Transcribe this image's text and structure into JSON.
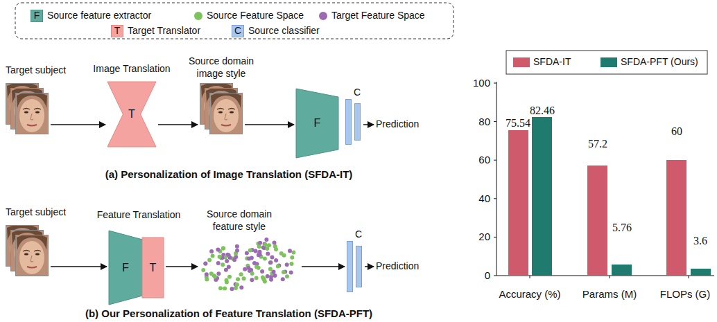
{
  "diagram": {
    "nodes": [
      {
        "text": [
          "Target subject"
        ]
      },
      {
        "text": [
          "T"
        ]
      },
      {
        "text": [
          "Source domain image style"
        ]
      },
      {
        "text": [
          "F"
        ]
      },
      {
        "text": [
          "C"
        ]
      },
      {
        "text": [
          "Target subject"
        ]
      },
      {
        "text": [
          "F"
        ]
      },
      {
        "text": [
          "T"
        ]
      },
      {
        "text": [
          "Source domain feature style"
        ]
      },
      {
        "text": [
          "C"
        ]
      }
    ],
    "edges": [
      {
        "from": 0,
        "to": 1,
        "arrow": "to"
      },
      {
        "from": 1,
        "to": 2,
        "arrow": "to"
      },
      {
        "from": 2,
        "to": 3,
        "arrow": "to"
      },
      {
        "from": 5,
        "to": 6,
        "arrow": "to"
      },
      {
        "from": 7,
        "to": 8,
        "arrow": "to"
      },
      {
        "from": 8,
        "to": 9,
        "arrow": "to"
      }
    ],
    "labels": [
      "F",
      "T",
      "C",
      "Image Translation",
      "Prediction",
      "(a) Personalization of Image Translation (SFDA-IT)",
      "Feature Translation",
      "Prediction",
      "(b) Our Personalization of Feature Translation (SFDA-PFT)",
      "100",
      "80",
      "60",
      "40",
      "20",
      "0",
      "75.54",
      "82.46",
      "57.2",
      "5.76",
      "60",
      "3.6",
      "Accuracy (%)",
      "Params (M)",
      "FLOPs (G)"
    ],
    "legend": [
      {
        "text": "Source feature extractor",
        "color": "#5fab9e"
      },
      {
        "text": "Source Feature Space",
        "color": "#7cc35c"
      },
      {
        "text": "Target Feature Space",
        "color": "#9c6ab3"
      },
      {
        "text": "Target Translator",
        "color": "#f4a3a0"
      },
      {
        "text": "Source classifier",
        "color": "#a9c6ef"
      },
      {
        "text": "SFDA-IT",
        "color": "#cf5a6c"
      },
      {
        "text": "SFDA-PFT (Ours)",
        "color": "#1e7b6d"
      }
    ]
  }
}
